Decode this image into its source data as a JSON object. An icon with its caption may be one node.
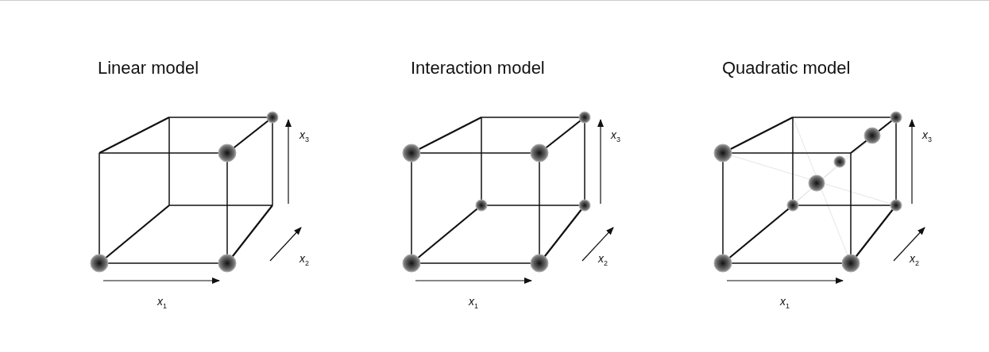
{
  "diagram": {
    "labels": [
      "Linear model",
      "Interaction model",
      "Quadratic model",
      "*x*$_{3}$",
      "*x*$_{3}$",
      "*x*$_{3}$",
      "*x*$_{2}$",
      "*x*$_{2}$",
      "*x*$_{2}$",
      "*x*$_{1}$",
      "*x*$_{1}$",
      "*x*$_{1}$"
    ]
  }
}
